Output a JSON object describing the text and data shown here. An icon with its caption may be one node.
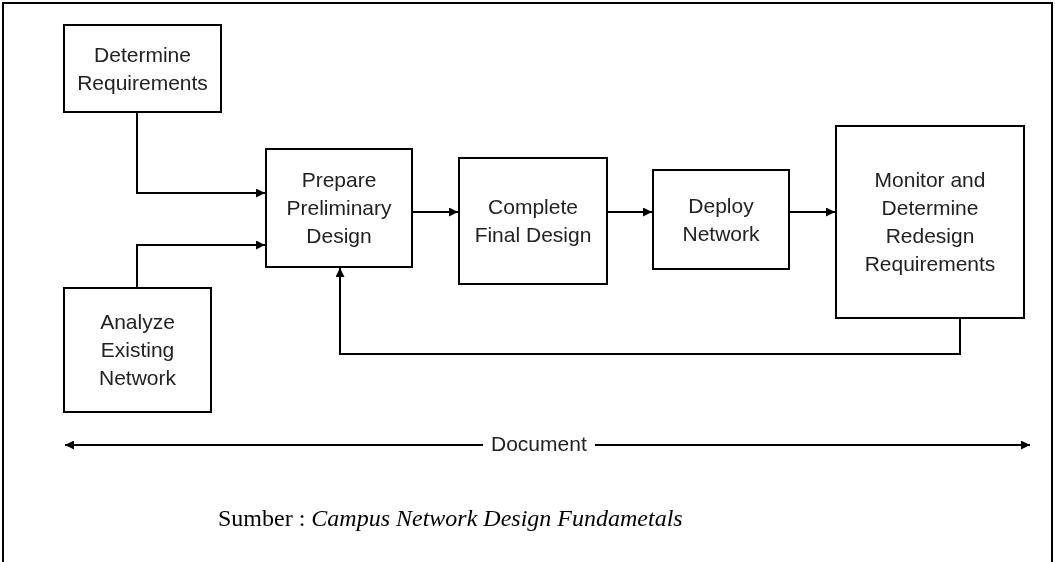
{
  "diagram": {
    "caption": "Sumber : *Campus Network Design Fundametals*",
    "nodes": [
      {
        "text": [
          "Determine Requirements"
        ]
      },
      {
        "text": [
          "Analyze Existing Network"
        ]
      },
      {
        "text": [
          "Prepare Preliminary Design"
        ]
      },
      {
        "text": [
          "Complete Final Design"
        ]
      },
      {
        "text": [
          "Deploy Network"
        ]
      },
      {
        "text": [
          "Monitor and Determine Redesign Requirements"
        ]
      }
    ],
    "edges": [
      {
        "from": 0,
        "to": 2,
        "arrow": "to"
      },
      {
        "from": 1,
        "to": 2,
        "arrow": "to"
      },
      {
        "from": 2,
        "to": 3,
        "arrow": "to"
      },
      {
        "from": 3,
        "to": 4,
        "arrow": "to"
      },
      {
        "from": 4,
        "to": 5,
        "arrow": "to"
      },
      {
        "from": 5,
        "to": 2,
        "arrow": "to"
      }
    ],
    "labels": [
      "Document"
    ]
  }
}
